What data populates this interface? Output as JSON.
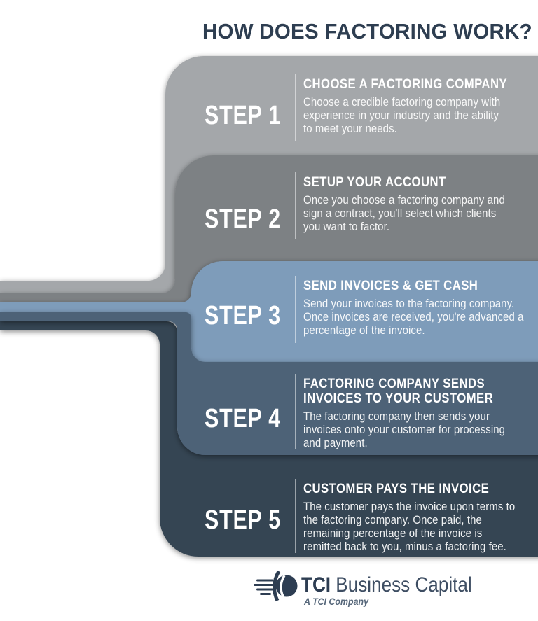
{
  "title": {
    "text": "HOW DOES FACTORING WORK?",
    "color": "#2e3e51"
  },
  "steps": [
    {
      "label": "STEP 1",
      "heading": "CHOOSE A FACTORING COMPANY",
      "body": "Choose a credible factoring company with\nexperience in your industry and the ability\nto meet your needs.",
      "color": "#a4a7aa"
    },
    {
      "label": "STEP 2",
      "heading": "SETUP YOUR ACCOUNT",
      "body": "Once you choose a factoring company and\nsign a contract, you'll select which clients\nyou want to factor.",
      "color": "#7d8184"
    },
    {
      "label": "STEP 3",
      "heading": "SEND INVOICES & GET CASH",
      "body": "Send your invoices to the factoring company.\nOnce invoices are received, you're advanced a\npercentage of the invoice.",
      "color": "#7e9cba"
    },
    {
      "label": "STEP 4",
      "heading": "FACTORING COMPANY SENDS\nINVOICES TO YOUR CUSTOMER",
      "body": "The factoring company then sends your\ninvoices onto your customer for processing\nand payment.",
      "color": "#4e6277"
    },
    {
      "label": "STEP 5",
      "heading": "CUSTOMER PAYS THE INVOICE",
      "body": "The customer pays the invoice upon terms to\nthe factoring company. Once paid, the\nremaining percentage of the invoice is\nremitted back to you, minus a factoring fee.",
      "color": "#364553"
    }
  ],
  "logo": {
    "brand_bold": "TCI",
    "brand_rest": " Business Capital",
    "tagline": "A TCI Company",
    "brand_color": "#2d3d52",
    "rest_color": "#3e4e63"
  }
}
